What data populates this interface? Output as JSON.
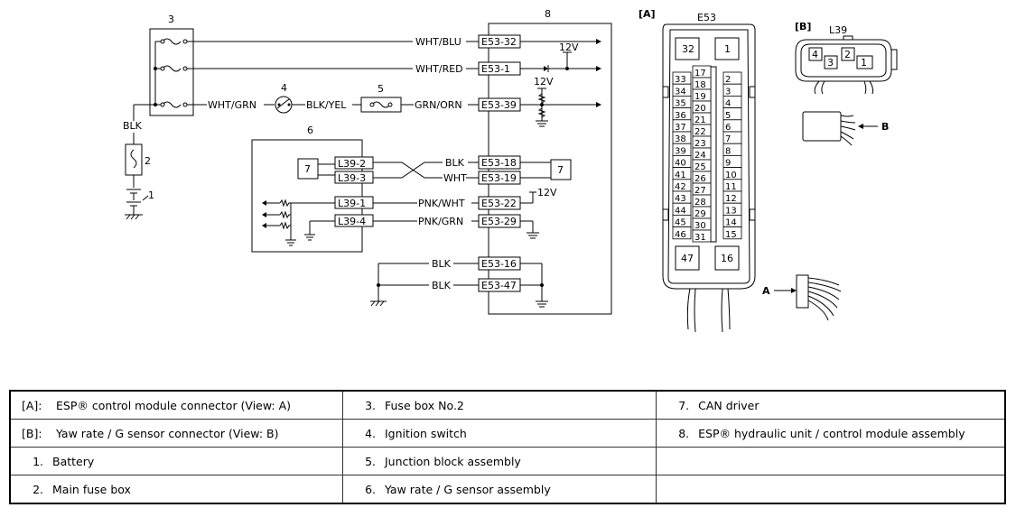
{
  "diagram": {
    "component_numbers": [
      "1",
      "2",
      "3",
      "4",
      "5",
      "6",
      "7",
      "7",
      "8"
    ],
    "wires": {
      "wht_blu": "WHT/BLU",
      "wht_red": "WHT/RED",
      "wht_grn": "WHT/GRN",
      "blk_yel": "BLK/YEL",
      "grn_orn": "GRN/ORN",
      "blk": "BLK",
      "wht": "WHT",
      "pnk_wht": "PNK/WHT",
      "pnk_grn": "PNK/GRN",
      "blk_fuse": "BLK"
    },
    "e53_terminals": [
      "E53-32",
      "E53-1",
      "E53-39",
      "E53-18",
      "E53-19",
      "E53-22",
      "E53-29",
      "E53-16",
      "E53-47"
    ],
    "l39_terminals": [
      "L39-2",
      "L39-3",
      "L39-1",
      "L39-4"
    ],
    "voltage": "12V",
    "view_a": {
      "tag": "[A]",
      "connector": "E53",
      "left_pins": [
        "33",
        "34",
        "35",
        "36",
        "37",
        "38",
        "39",
        "40",
        "41",
        "42",
        "43",
        "44",
        "45",
        "46"
      ],
      "mid_pins": [
        "17",
        "18",
        "19",
        "20",
        "21",
        "22",
        "23",
        "24",
        "25",
        "26",
        "27",
        "28",
        "29",
        "30",
        "31"
      ],
      "right_pins": [
        "2",
        "3",
        "4",
        "5",
        "6",
        "7",
        "8",
        "9",
        "10",
        "11",
        "12",
        "13",
        "14",
        "15"
      ],
      "corner_pins": [
        "32",
        "1",
        "47",
        "16"
      ],
      "arrow_label": "A"
    },
    "view_b": {
      "tag": "[B]",
      "connector": "L39",
      "pins": [
        "4",
        "3",
        "2",
        "1"
      ],
      "arrow_label": "B"
    }
  },
  "legend": {
    "rows": [
      [
        {
          "key": "[A]:",
          "text": "ESP® control module connector (View: A)"
        },
        {
          "key": "3.",
          "text": "Fuse box No.2"
        },
        {
          "key": "7.",
          "text": "CAN driver"
        }
      ],
      [
        {
          "key": "[B]:",
          "text": "Yaw rate / G sensor connector (View: B)"
        },
        {
          "key": "4.",
          "text": "Ignition switch"
        },
        {
          "key": "8.",
          "text": "ESP® hydraulic unit / control module assembly"
        }
      ],
      [
        {
          "key": "1.",
          "text": "Battery"
        },
        {
          "key": "5.",
          "text": "Junction block assembly"
        },
        {
          "key": "",
          "text": ""
        }
      ],
      [
        {
          "key": "2.",
          "text": "Main fuse box"
        },
        {
          "key": "6.",
          "text": "Yaw rate / G sensor assembly"
        },
        {
          "key": "",
          "text": ""
        }
      ]
    ]
  }
}
